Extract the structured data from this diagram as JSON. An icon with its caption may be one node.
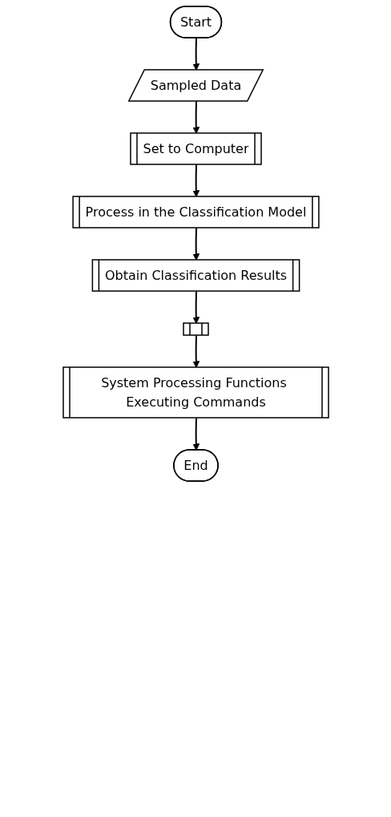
{
  "diagram": {
    "nodes": [
      {
        "text": [
          "Start"
        ]
      },
      {
        "text": [
          "Sampled Data"
        ]
      },
      {
        "text": [
          "Set to Computer"
        ]
      },
      {
        "text": [
          "Process in the Classification Model"
        ]
      },
      {
        "text": [
          "Obtain Classification Results"
        ]
      },
      {
        "text": [],
        "shape": "box"
      },
      {
        "text": [
          "System Processing Functions Executing Commands"
        ]
      },
      {
        "text": [
          "End"
        ]
      }
    ],
    "edges": [
      {
        "from": 0,
        "to": 1,
        "arrow": "to"
      },
      {
        "from": 1,
        "to": 2,
        "arrow": "to"
      },
      {
        "from": 2,
        "to": 3,
        "arrow": "to"
      },
      {
        "from": 3,
        "to": 4,
        "arrow": "to"
      },
      {
        "from": 4,
        "to": 5,
        "arrow": "to"
      },
      {
        "from": 5,
        "to": 6,
        "arrow": "to"
      },
      {
        "from": 6,
        "to": 7,
        "arrow": "to"
      }
    ]
  }
}
